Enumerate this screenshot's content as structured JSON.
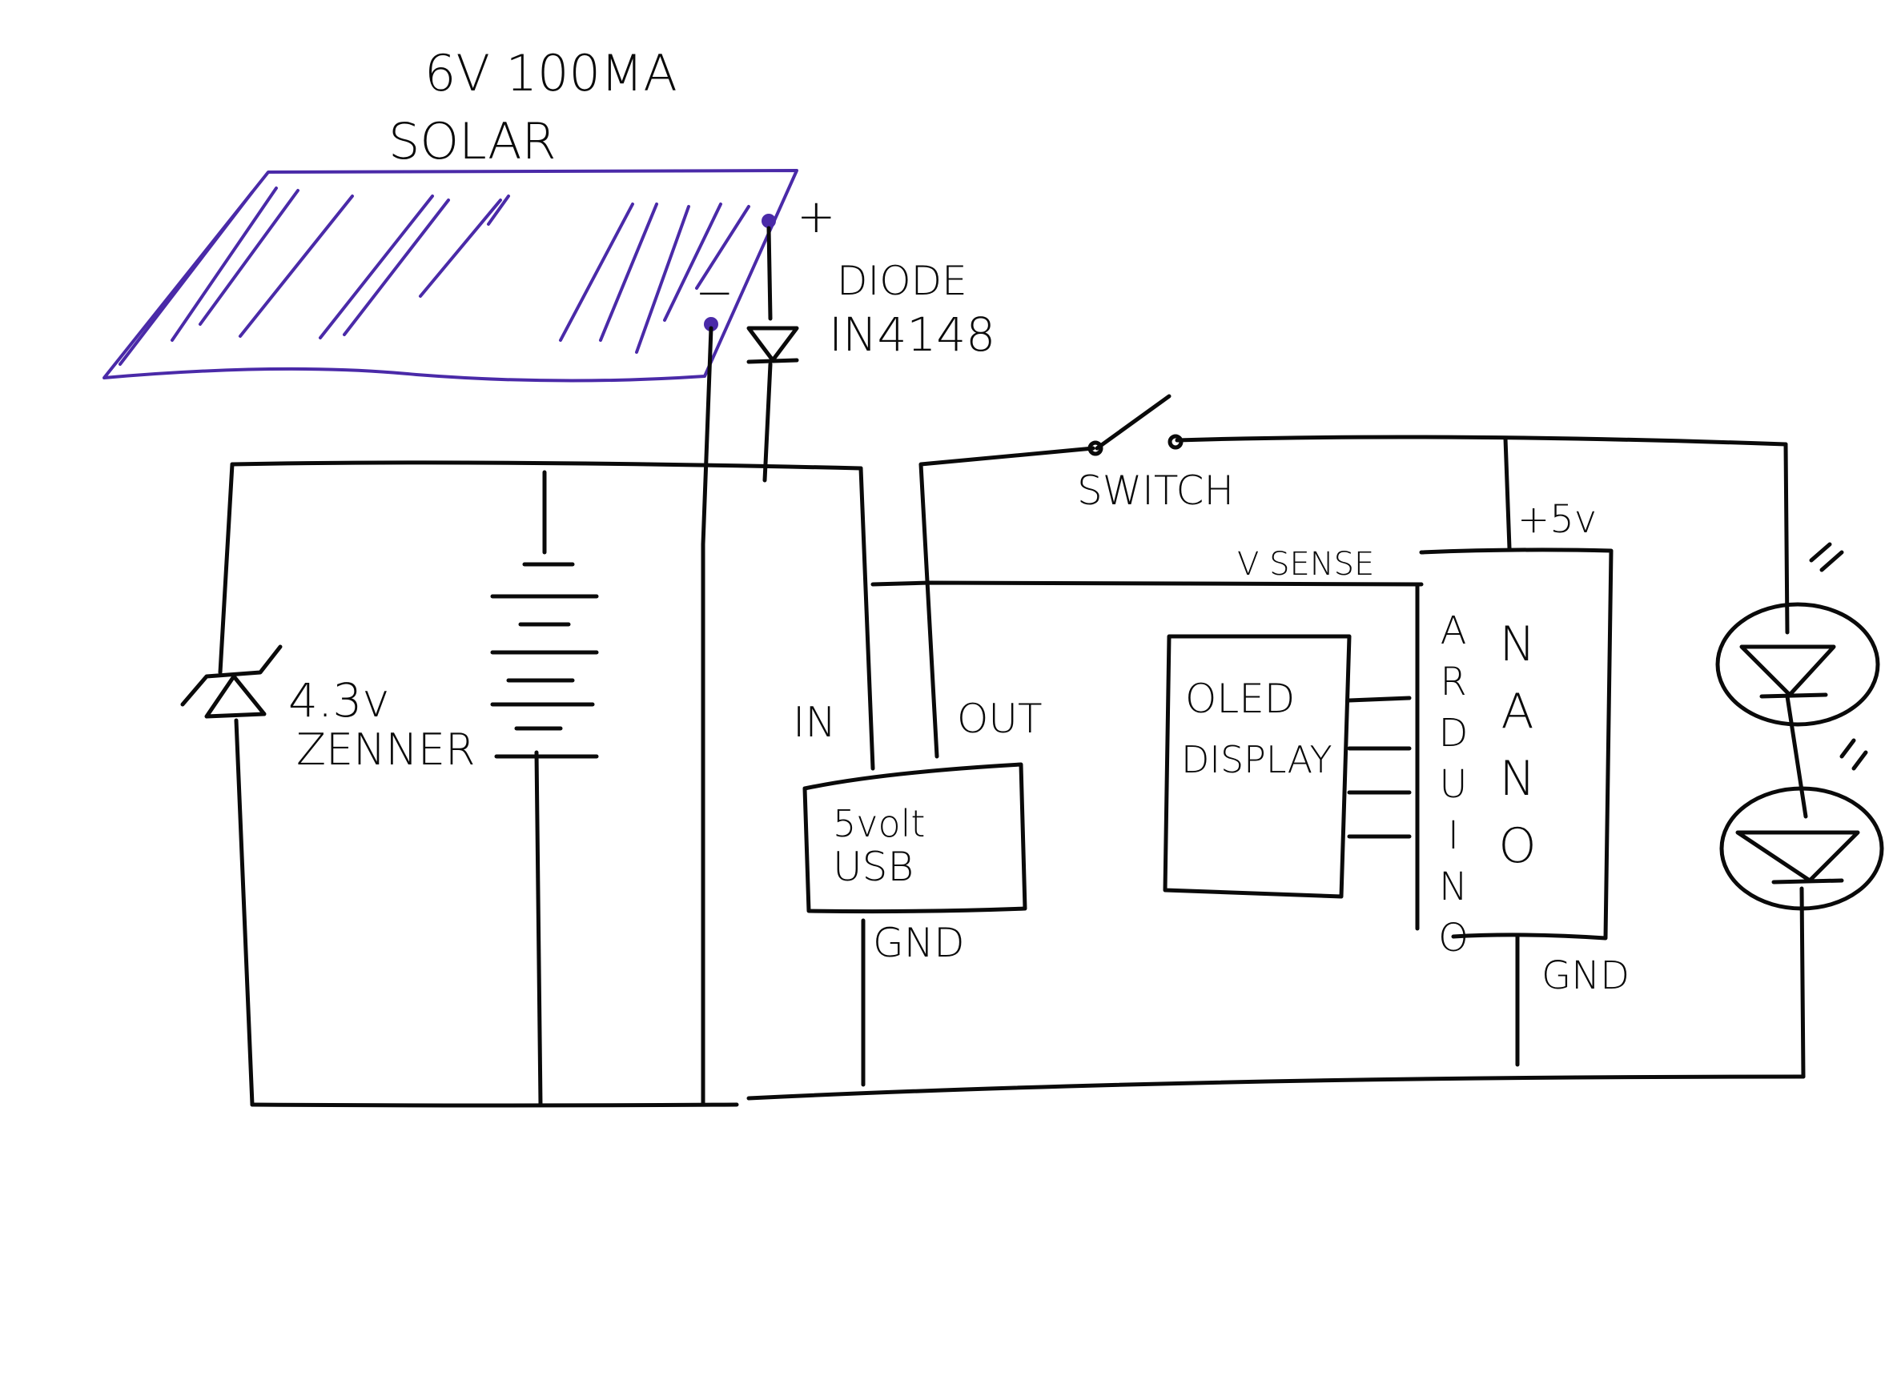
{
  "title": {
    "line1": "6V 100MA",
    "line2": "SOLAR"
  },
  "panel": {
    "plus": "+",
    "minus": "−"
  },
  "diode": {
    "line1": "DIODE",
    "line2": "IN4148"
  },
  "zener": {
    "line1": "4.3v",
    "line2": "ZENNER"
  },
  "regulator": {
    "in": "IN",
    "out": "OUT",
    "line1": "5volt",
    "line2": "USB",
    "gnd": "GND"
  },
  "switch_label": "SWITCH",
  "vsense": "V SENSE",
  "plus5v": "+5v",
  "oled": {
    "line1": "OLED",
    "line2": "DISPLAY"
  },
  "arduino": {
    "word1": "ARDUINO",
    "word2": "NANO",
    "gnd": "GND"
  },
  "colors": {
    "ink": "#0a0a0a",
    "panel": "#4a2aa8"
  }
}
